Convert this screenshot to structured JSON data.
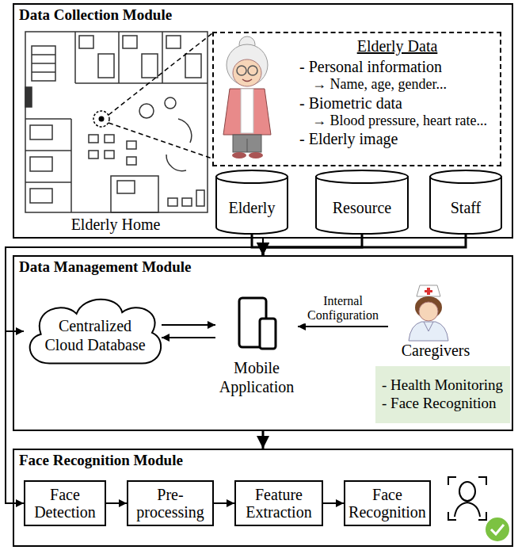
{
  "diagram": {
    "nodes": [
      {
        "text": [
          "Data Collection Module"
        ]
      },
      {
        "text": [
          "Elderly Data",
          "- Personal information",
          "→ Name, age, gender...",
          "- Biometric data",
          "→ Blood pressure, heart rate...",
          "- Elderly image"
        ],
        "in": 0
      },
      {
        "text": [
          "Elderly"
        ],
        "in": 0
      },
      {
        "text": [
          "Resource"
        ],
        "in": 0
      },
      {
        "text": [
          "Staff"
        ],
        "in": 0
      },
      {
        "text": [
          "Data Management Module"
        ]
      },
      {
        "text": [
          "Centralized Cloud Database"
        ],
        "in": 5
      },
      {
        "text": [
          "Mobile Application"
        ],
        "in": 5
      },
      {
        "text": [
          "Caregivers"
        ],
        "in": 5
      },
      {
        "text": [
          "- Health Monitoring",
          "- Face Recognition"
        ],
        "in": 5
      },
      {
        "text": [
          "Face Recognition Module"
        ]
      },
      {
        "text": [
          "Face Detection"
        ],
        "in": 10
      },
      {
        "text": [
          "Pre- processing"
        ],
        "in": 10
      },
      {
        "text": [
          "Feature Extraction"
        ],
        "in": 10
      },
      {
        "text": [
          "Face Recognition"
        ],
        "in": 10
      }
    ],
    "edges": [
      {
        "from": 2,
        "to": 5,
        "arrow": "to"
      },
      {
        "from": 3,
        "to": 5,
        "arrow": "to"
      },
      {
        "from": 4,
        "to": 5,
        "arrow": "to"
      },
      {
        "from": 5,
        "to": 10,
        "arrow": "to"
      },
      {
        "from": 0,
        "to": 6,
        "arrow": "to"
      },
      {
        "from": 0,
        "to": 11,
        "arrow": "to"
      },
      {
        "from": 6,
        "to": 7,
        "arrow": "to"
      },
      {
        "from": 7,
        "to": 6,
        "arrow": "to"
      },
      {
        "from": 8,
        "to": 7,
        "label": "Internal Configuration",
        "arrow": "to"
      },
      {
        "from": 11,
        "to": 12,
        "arrow": "to"
      },
      {
        "from": 12,
        "to": 13,
        "arrow": "to"
      },
      {
        "from": 13,
        "to": 14,
        "arrow": "to"
      }
    ],
    "labels": [
      "Elderly Home"
    ]
  }
}
